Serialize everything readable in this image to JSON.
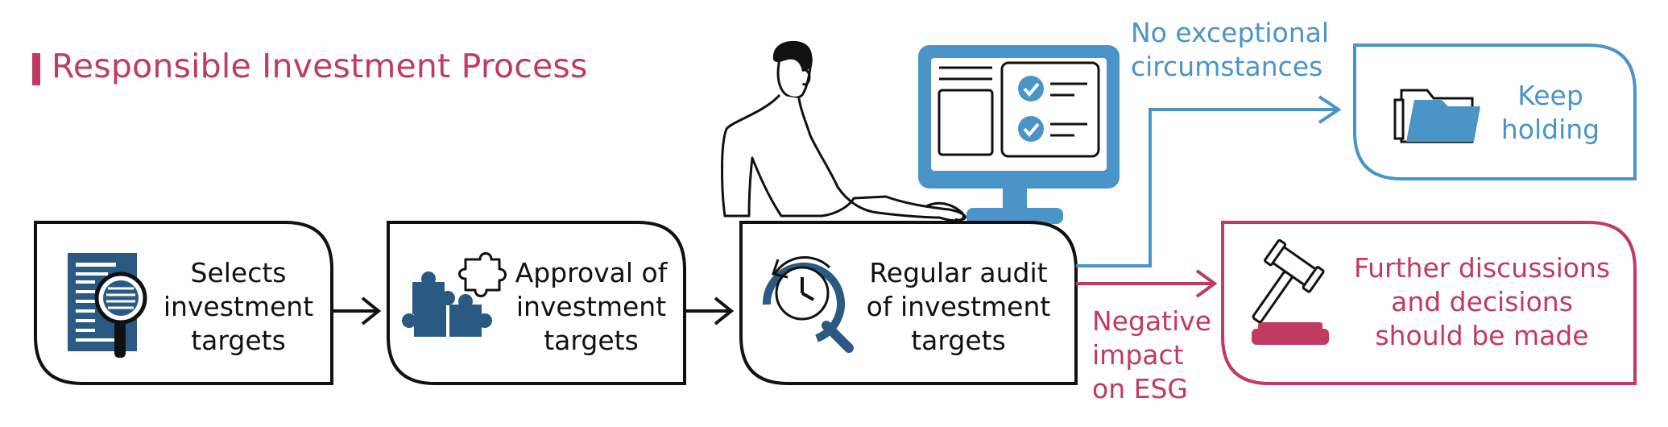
{
  "title": "Responsible Investment Process",
  "steps": [
    {
      "label_lines": [
        "Selects",
        "investment",
        "targets"
      ]
    },
    {
      "label_lines": [
        "Approval of",
        "investment",
        "targets"
      ]
    },
    {
      "label_lines": [
        "Regular audit",
        "of investment",
        "targets"
      ]
    }
  ],
  "branches": {
    "upper": {
      "condition_lines": [
        "No exceptional",
        "circumstances"
      ],
      "outcome_lines": [
        "Keep",
        "holding"
      ]
    },
    "lower": {
      "condition_lines": [
        "Negative",
        "impact",
        "on ESG"
      ],
      "outcome_lines": [
        "Further discussions",
        "and decisions",
        "should be made"
      ]
    }
  },
  "colors": {
    "accent_red": "#c13a60",
    "accent_blue": "#4a94c8",
    "icon_navy": "#2a5a83",
    "stroke": "#111111"
  },
  "icons": [
    "document-magnifier-icon",
    "puzzle-pieces-icon",
    "clock-search-icon",
    "person-at-computer-illustration",
    "folder-icon",
    "gavel-icon"
  ]
}
